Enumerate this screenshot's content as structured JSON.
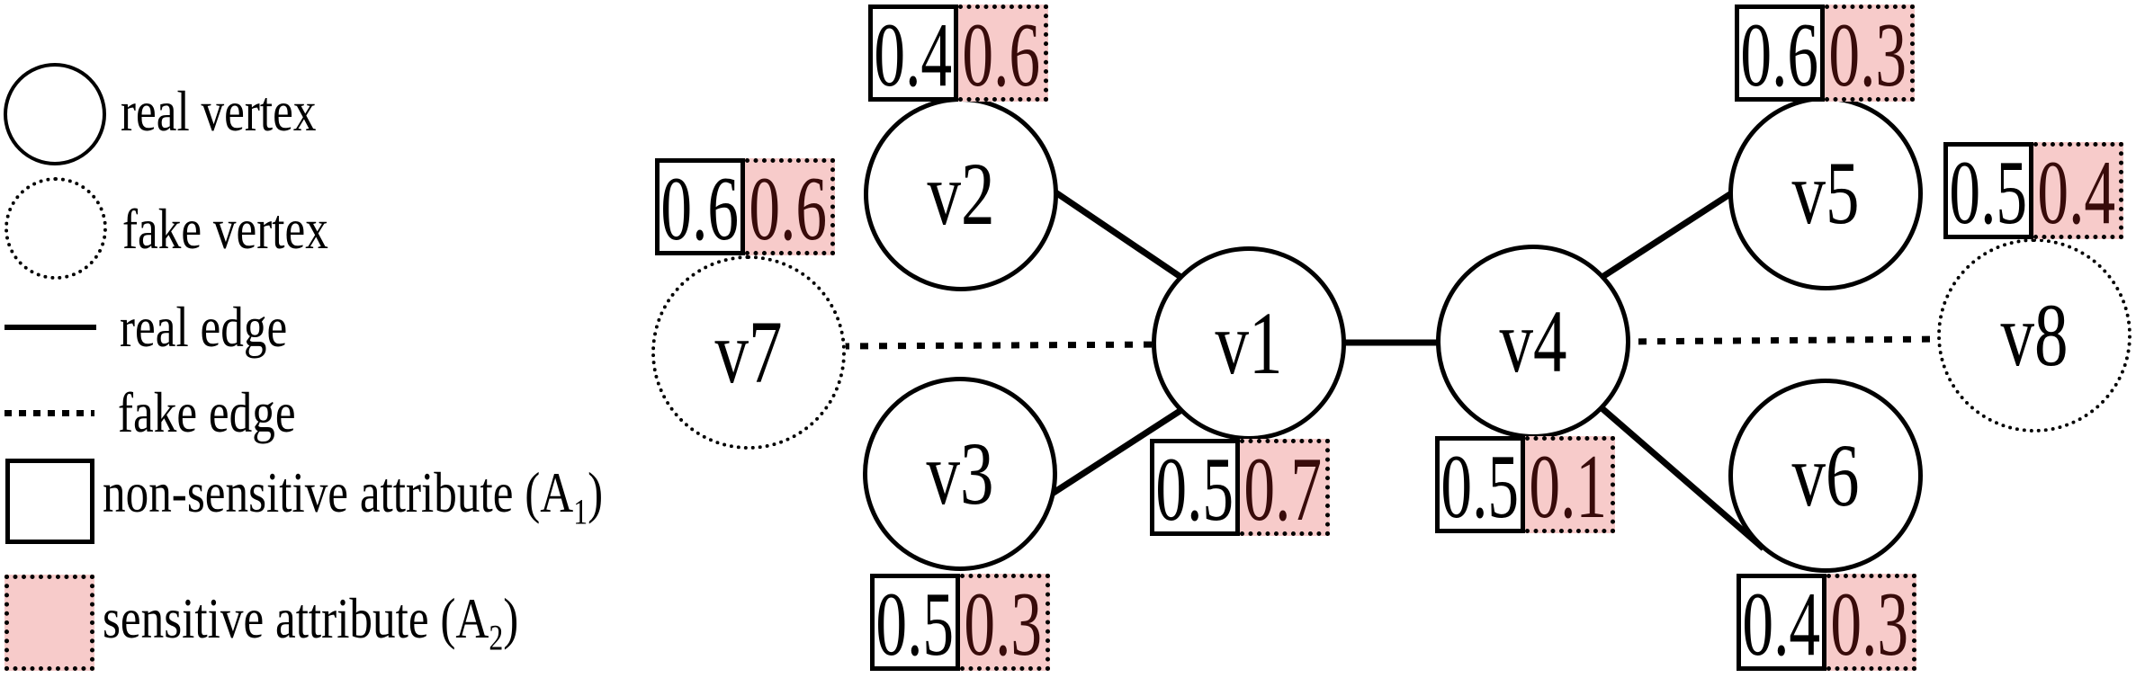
{
  "colors": {
    "sensitive_fill": "#f7cbca",
    "sensitive_text": "#380b0a",
    "ink": "#000000"
  },
  "legend": {
    "real_vertex_label": "real vertex",
    "fake_vertex_label": "fake vertex",
    "real_edge_label": "real edge",
    "fake_edge_label": "fake edge",
    "non_sensitive": {
      "prefix": "non-sensitive attribute (A",
      "sub": "1",
      "suffix": ")"
    },
    "sensitive": {
      "prefix": "sensitive attribute (A",
      "sub": "2",
      "suffix": ")"
    }
  },
  "graph": {
    "vertices": [
      {
        "id": "v1",
        "label": "v1",
        "type": "real",
        "a1": "0.5",
        "a2": "0.7"
      },
      {
        "id": "v2",
        "label": "v2",
        "type": "real",
        "a1": "0.4",
        "a2": "0.6"
      },
      {
        "id": "v3",
        "label": "v3",
        "type": "real",
        "a1": "0.5",
        "a2": "0.3"
      },
      {
        "id": "v4",
        "label": "v4",
        "type": "real",
        "a1": "0.5",
        "a2": "0.1"
      },
      {
        "id": "v5",
        "label": "v5",
        "type": "real",
        "a1": "0.6",
        "a2": "0.3"
      },
      {
        "id": "v6",
        "label": "v6",
        "type": "real",
        "a1": "0.4",
        "a2": "0.3"
      },
      {
        "id": "v7",
        "label": "v7",
        "type": "fake",
        "a1": "0.6",
        "a2": "0.6"
      },
      {
        "id": "v8",
        "label": "v8",
        "type": "fake",
        "a1": "0.5",
        "a2": "0.4"
      }
    ],
    "edges": [
      {
        "from": "v2",
        "to": "v1",
        "type": "real"
      },
      {
        "from": "v3",
        "to": "v1",
        "type": "real"
      },
      {
        "from": "v7",
        "to": "v1",
        "type": "fake"
      },
      {
        "from": "v1",
        "to": "v4",
        "type": "real"
      },
      {
        "from": "v4",
        "to": "v5",
        "type": "real"
      },
      {
        "from": "v4",
        "to": "v6",
        "type": "real"
      },
      {
        "from": "v4",
        "to": "v8",
        "type": "fake"
      }
    ]
  }
}
